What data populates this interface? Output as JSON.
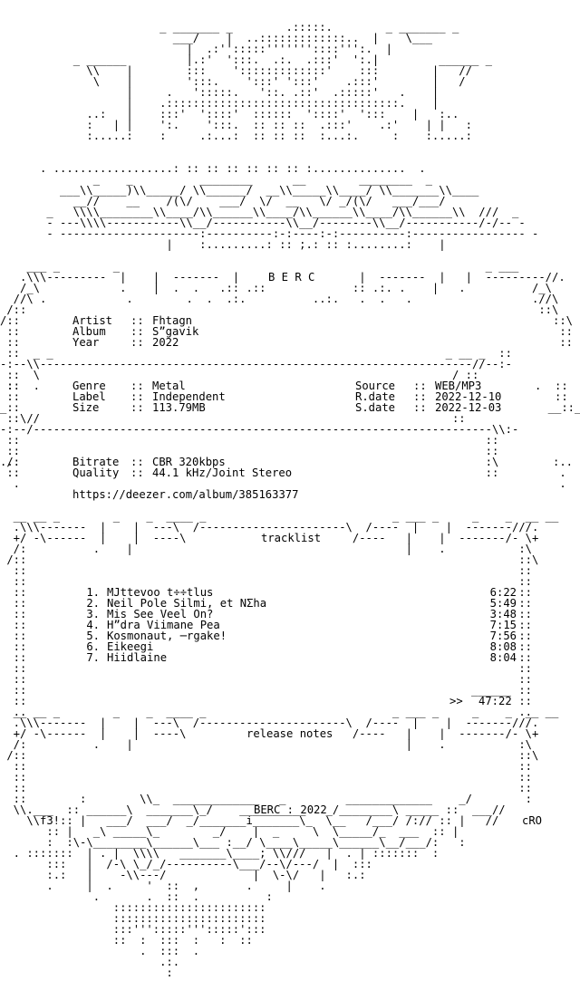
{
  "header": {
    "group": "B E R C"
  },
  "info": {
    "artist_key": "Artist",
    "artist": "Fhtagn",
    "album_key": "Album",
    "album": "S”gavik",
    "year_key": "Year",
    "year": "2022",
    "genre_key": "Genre",
    "genre": "Metal",
    "label_key": "Label",
    "label": "Independent",
    "size_key": "Size",
    "size": "113.79MB",
    "source_key": "Source",
    "source": "WEB/MP3",
    "rdate_key": "R.date",
    "rdate": "2022-12-10",
    "sdate_key": "S.date",
    "sdate": "2022-12-03",
    "bitrate_key": "Bitrate",
    "bitrate": "CBR 320kbps",
    "quality_key": "Quality",
    "quality": "44.1 kHz/Joint Stereo",
    "url": "https://deezer.com/album/385163377",
    "sep1": "::",
    "sep2": "::"
  },
  "tracklist": {
    "heading": "tracklist",
    "tracks": [
      {
        "num": "1.",
        "title": "MJttevoo t÷÷tlus",
        "duration": "6:22"
      },
      {
        "num": "2.",
        "title": "Neil Pole Silmi, et NΣha",
        "duration": "5:49"
      },
      {
        "num": "3.",
        "title": "Mis See Veel On?",
        "duration": "3:48"
      },
      {
        "num": "4.",
        "title": "H”dra Viimane Pea",
        "duration": "7:15"
      },
      {
        "num": "5.",
        "title": "Kosmonaut, ─rgake!",
        "duration": "7:56"
      },
      {
        "num": "6.",
        "title": "Eikeegi",
        "duration": "8:08"
      },
      {
        "num": "7.",
        "title": "Hiidlaine",
        "duration": "8:04"
      }
    ],
    "total_prefix": ">>",
    "total": "47:22"
  },
  "release_notes": {
    "heading": "release notes"
  },
  "footer": {
    "text": "BERC : 2022",
    "sig_left": "f3!",
    "sig_right": "cRO"
  }
}
